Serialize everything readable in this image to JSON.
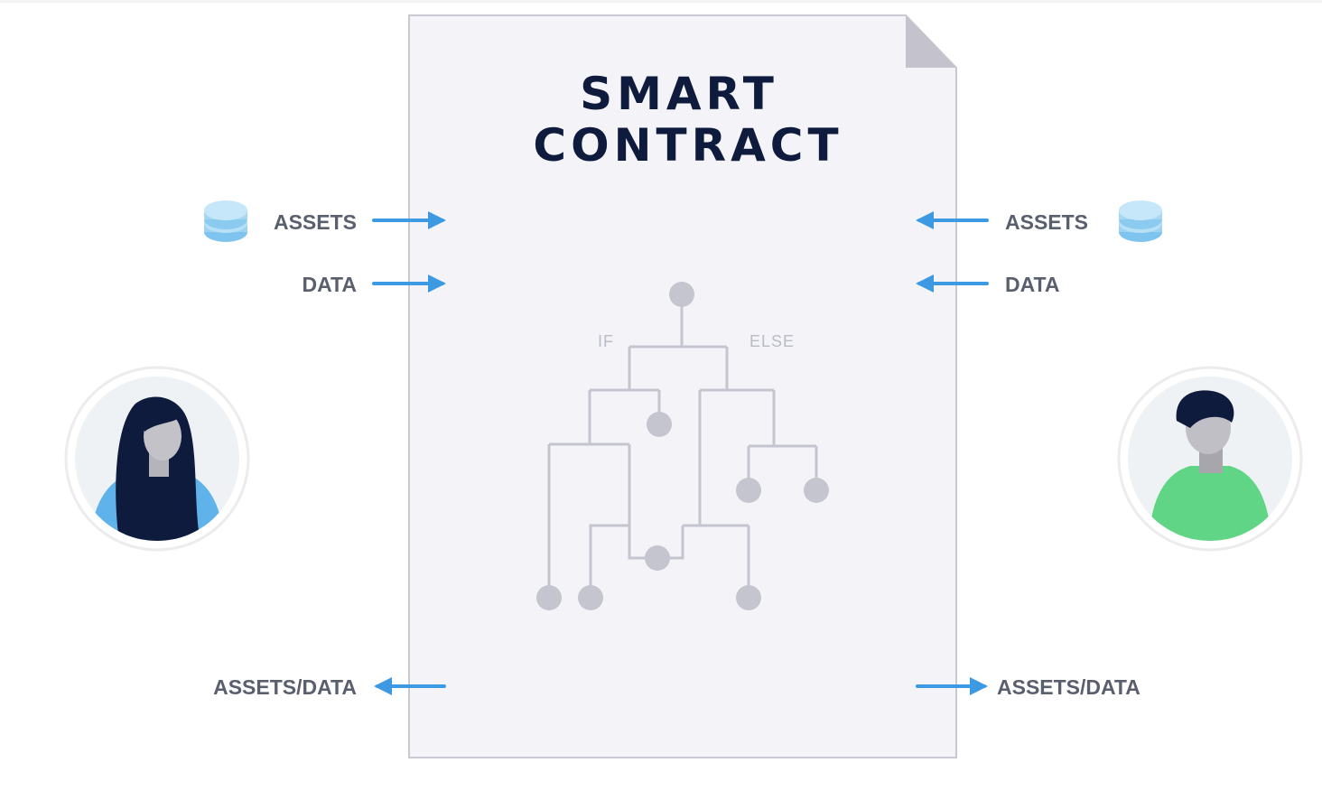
{
  "document": {
    "title_line1": "SMART",
    "title_line2": "CONTRACT"
  },
  "flow": {
    "left_assets_in": "ASSETS",
    "left_data_in": "DATA",
    "right_assets_in": "ASSETS",
    "right_data_in": "DATA",
    "left_output": "ASSETS/DATA",
    "right_output": "ASSETS/DATA"
  },
  "logic_tree": {
    "if_label": "IF",
    "else_label": "ELSE"
  },
  "parties": {
    "left": "woman-avatar",
    "right": "man-avatar"
  },
  "colors": {
    "arrow": "#3d9ae2",
    "title": "#0f1b3d",
    "tree": "#c5c5cf",
    "document_bg": "#f4f4f8",
    "coin": "#9cd2f2",
    "woman_shirt": "#5fb3ea",
    "man_shirt": "#5fd585"
  }
}
